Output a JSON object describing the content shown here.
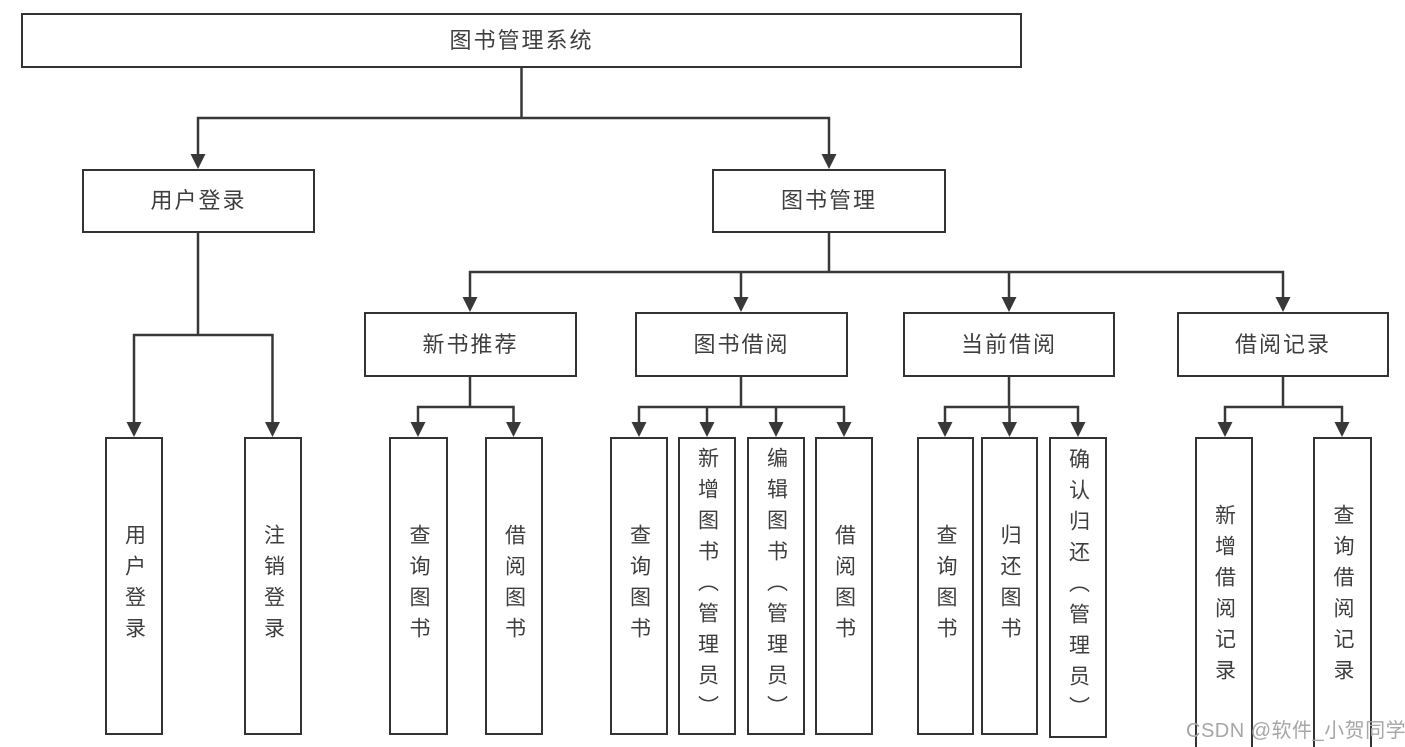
{
  "diagram": {
    "type": "tree",
    "nodes": {
      "root": "图书管理系统",
      "level2": [
        "用户登录",
        "图书管理"
      ],
      "level3": [
        "新书推荐",
        "图书借阅",
        "当前借阅",
        "借阅记录"
      ],
      "login_children": [
        "用户登录",
        "注销登录"
      ],
      "recommend_children": [
        "查询图书",
        "借阅图书"
      ],
      "borrow_children": [
        "查询图书",
        "新增图书（管理员）",
        "编辑图书（管理员）",
        "借阅图书"
      ],
      "current_children": [
        "查询图书",
        "归还图书",
        "确认归还（管理员）"
      ],
      "records_children": [
        "新增借阅记录",
        "查询借阅记录"
      ]
    },
    "colors": {
      "line": "#383838",
      "box_border": "#333333",
      "text": "#3e3e3e",
      "watermark": "#a6a6a6",
      "background": "#ffffff"
    }
  },
  "watermark": "CSDN @软件_小贺同学"
}
